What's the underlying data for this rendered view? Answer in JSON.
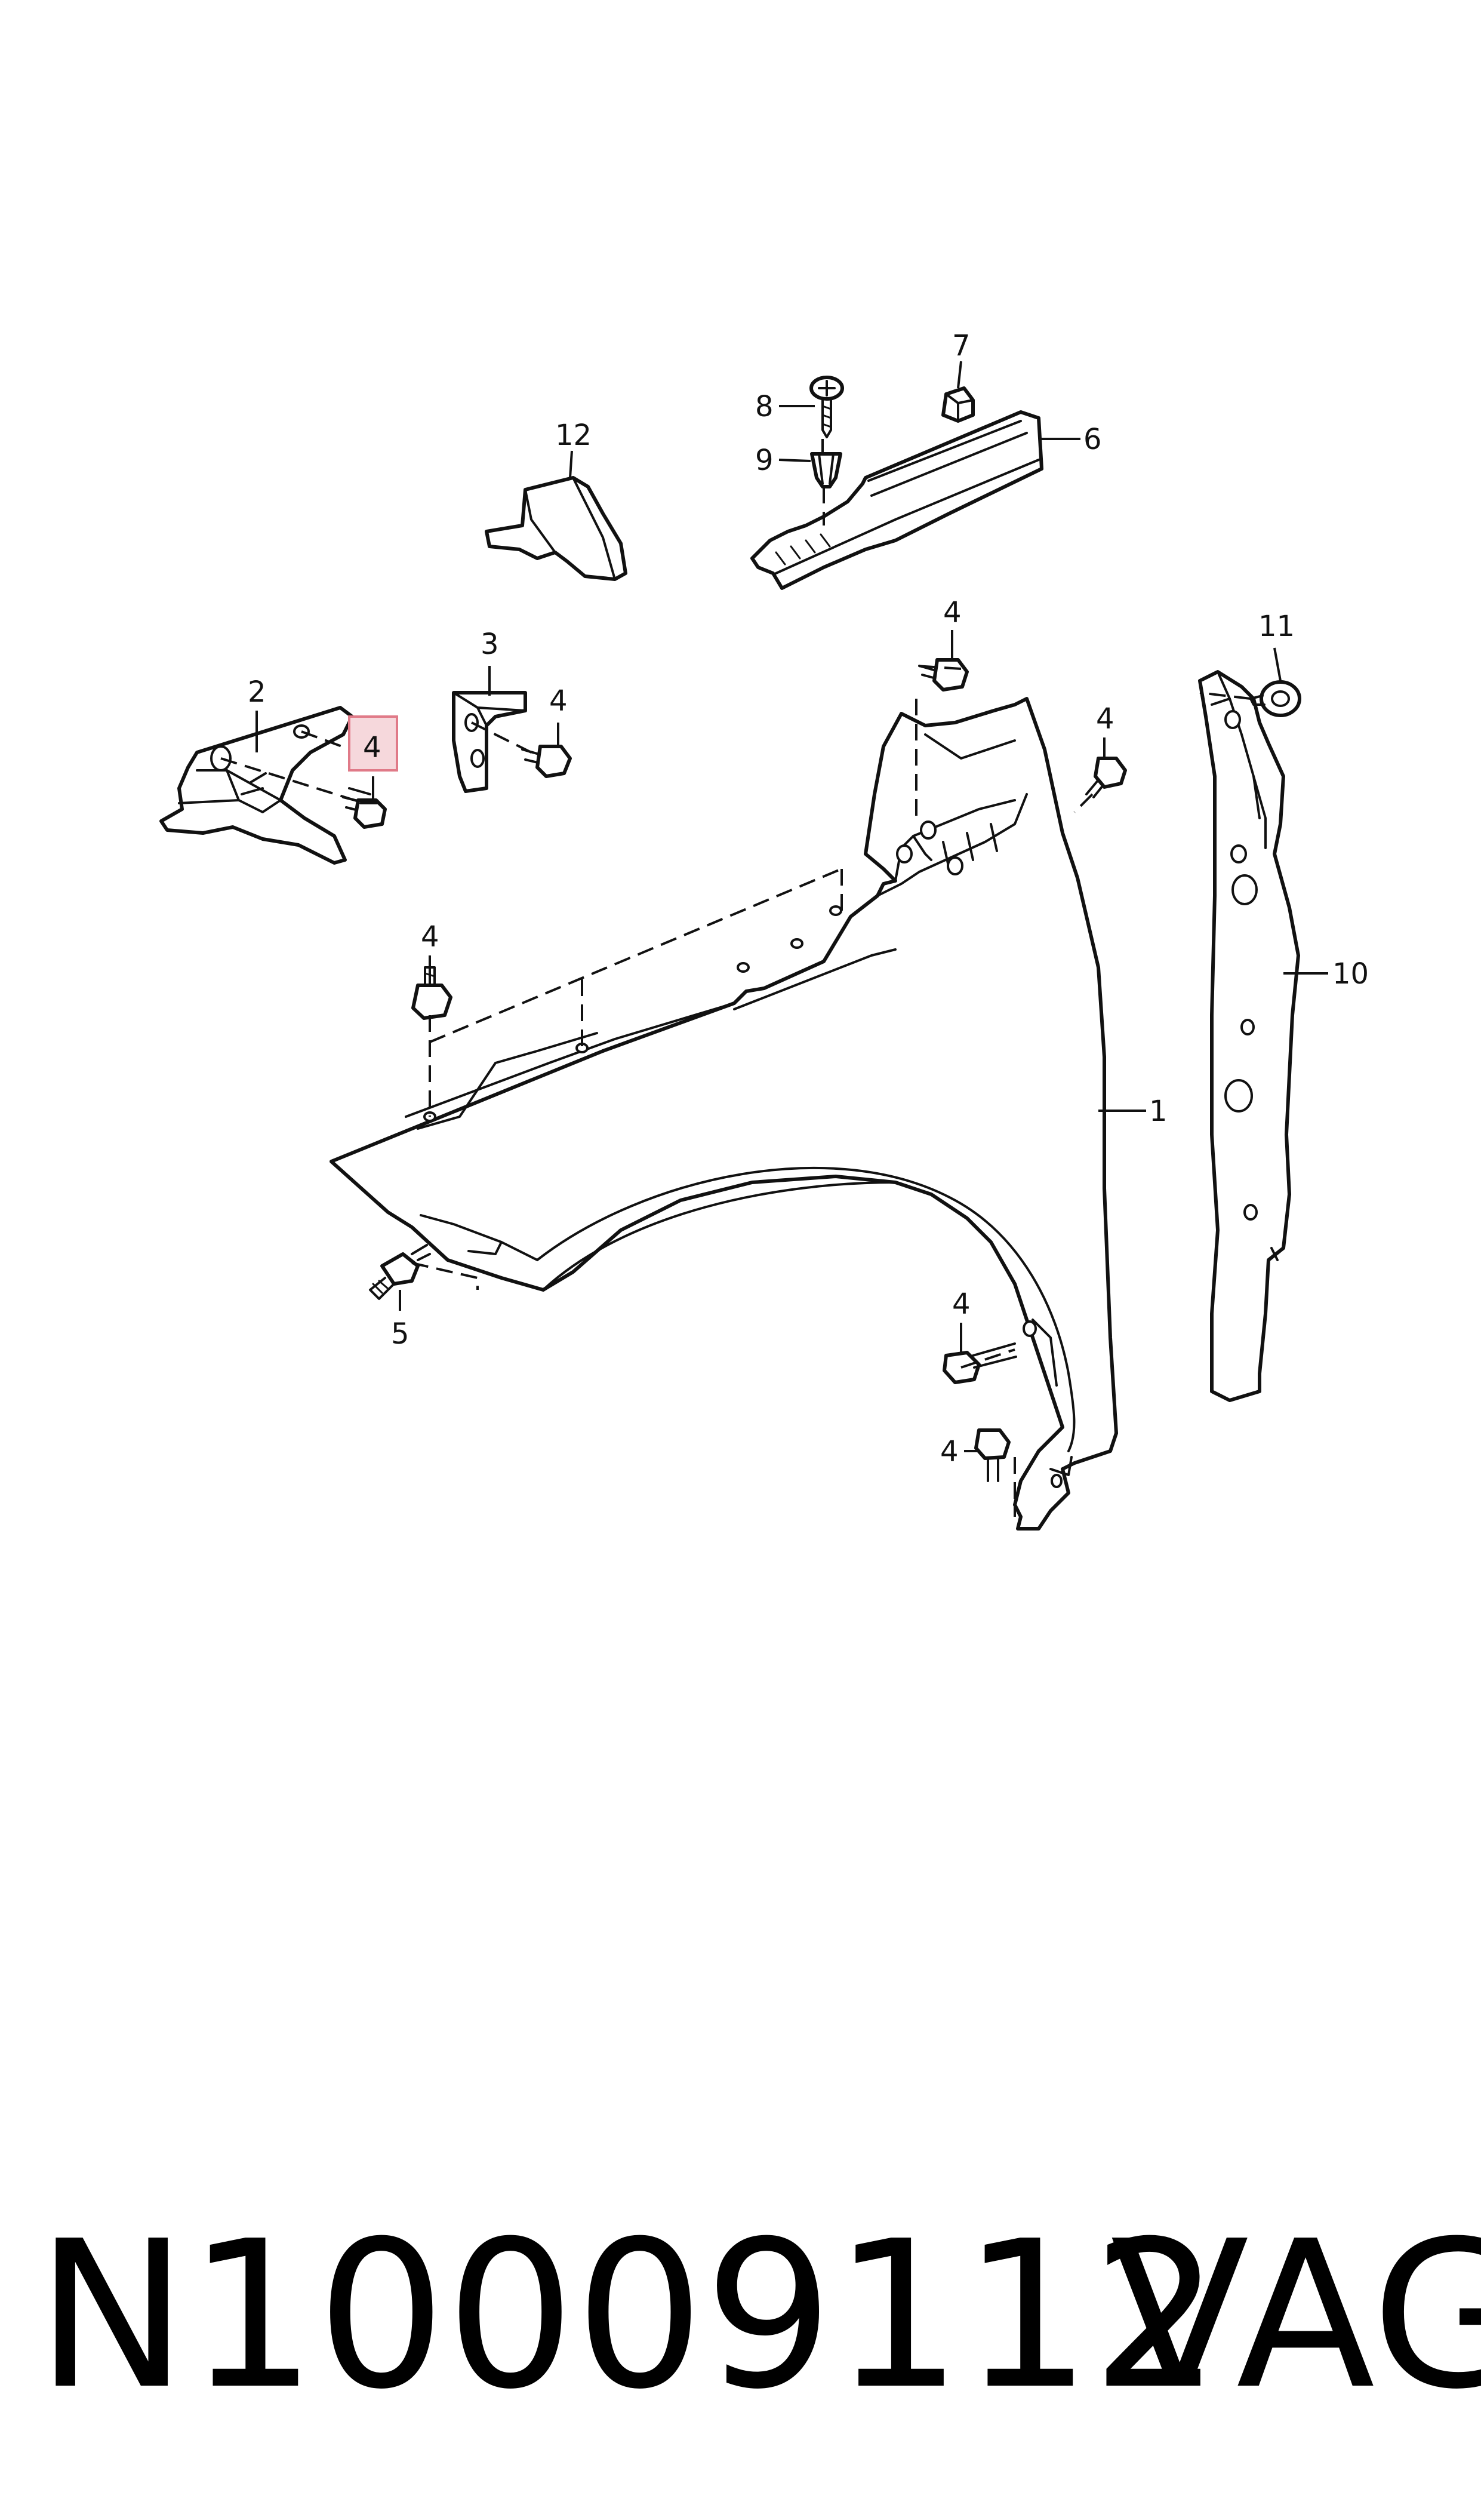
{
  "diagram": {
    "highlight_color": "#f6d8dc",
    "highlight_border_color": "#e07a88",
    "callouts": {
      "c1": "1",
      "c2": "2",
      "c3": "3",
      "c4_highlighted": "4",
      "c4_bracket3": "4",
      "c4_top_center": "4",
      "c4_top_right": "4",
      "c4_left": "4",
      "c4_lower_right": "4",
      "c4_bottom": "4",
      "c5": "5",
      "c6": "6",
      "c7": "7",
      "c8": "8",
      "c9": "9",
      "c10": "10",
      "c11": "11",
      "c12": "12"
    }
  },
  "footer": {
    "part_number": "N10009112",
    "brand": "VAG"
  }
}
